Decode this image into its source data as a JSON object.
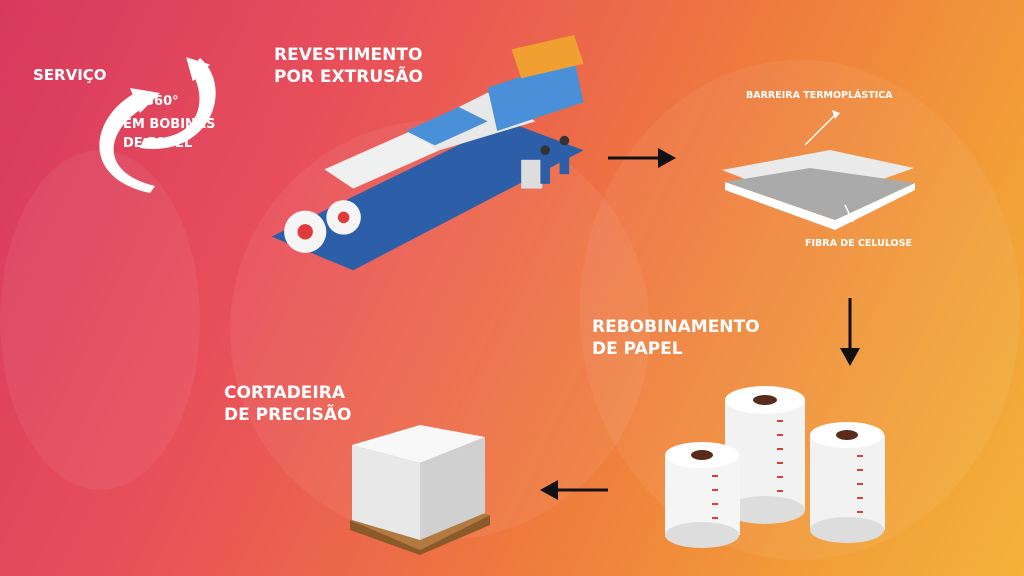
{
  "logo": {
    "line1": "SERVIÇO",
    "line2": "360°",
    "line3": "EM BOBINAS",
    "line4": "DE PAPEL"
  },
  "steps": {
    "extrusion": {
      "line1": "REVESTIMENTO",
      "line2": "POR EXTRUSÃO"
    },
    "layers": {
      "top": "BARREIRA TERMOPLÁSTICA",
      "bottom": "FIBRA DE CELULOSE"
    },
    "rewinding": {
      "line1": "REBOBINAMENTO",
      "line2": "DE PAPEL"
    },
    "cutting": {
      "line1": "CORTADEIRA",
      "line2": "DE PRECISÃO"
    }
  },
  "colors": {
    "gradient_start": "#d8385f",
    "gradient_end": "#f3b23a",
    "roll_marks": "#e03a3a"
  }
}
